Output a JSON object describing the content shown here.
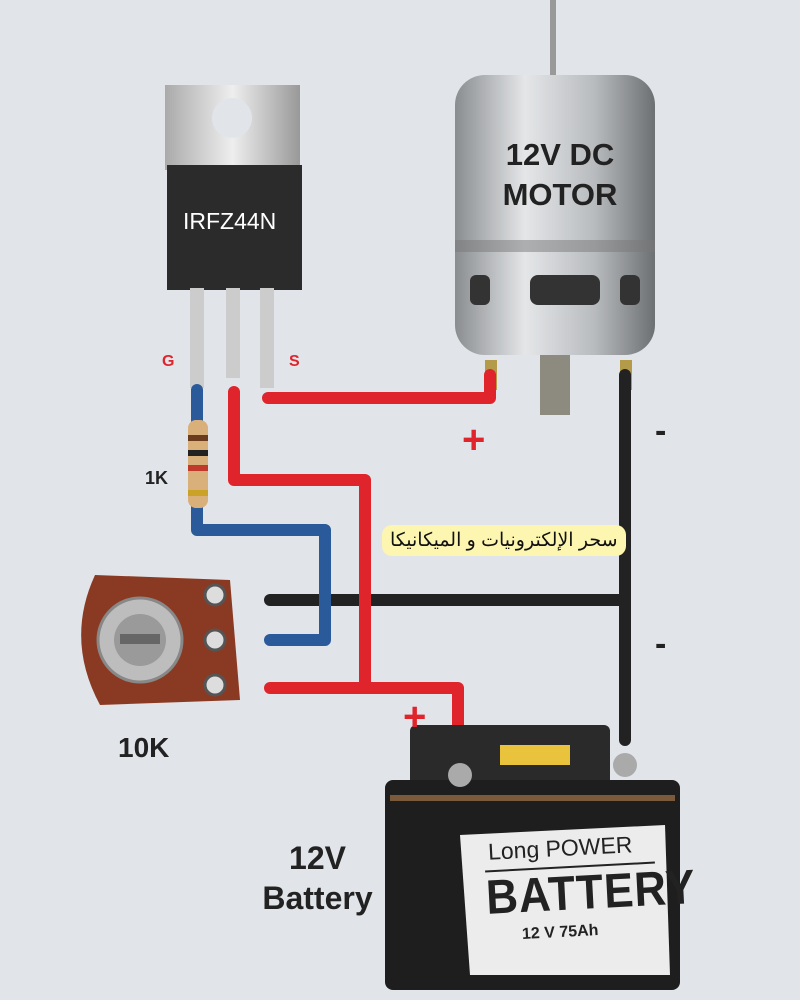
{
  "mosfet": {
    "label": "IRFZ44N",
    "pin_g": "G",
    "pin_s": "S"
  },
  "motor": {
    "line1": "12V DC",
    "line2": "MOTOR"
  },
  "resistor": {
    "label": "1K"
  },
  "potentiometer": {
    "label": "10K"
  },
  "battery": {
    "caption_line1": "12V",
    "caption_line2": "Battery",
    "brand_top": "Long POWER",
    "brand_main": "BATTERY",
    "spec": "12 V 75Ah"
  },
  "polarity": {
    "motor_plus": "+",
    "motor_minus": "-",
    "battery_plus": "+",
    "battery_minus": "-"
  },
  "watermark": "سحر الإلكترونيات و الميكانيكا",
  "colors": {
    "positive_wire": "#e0242c",
    "ground_wire": "#222222",
    "gate_wire": "#2a5a9a",
    "polarity_mark": "#e0242c"
  }
}
